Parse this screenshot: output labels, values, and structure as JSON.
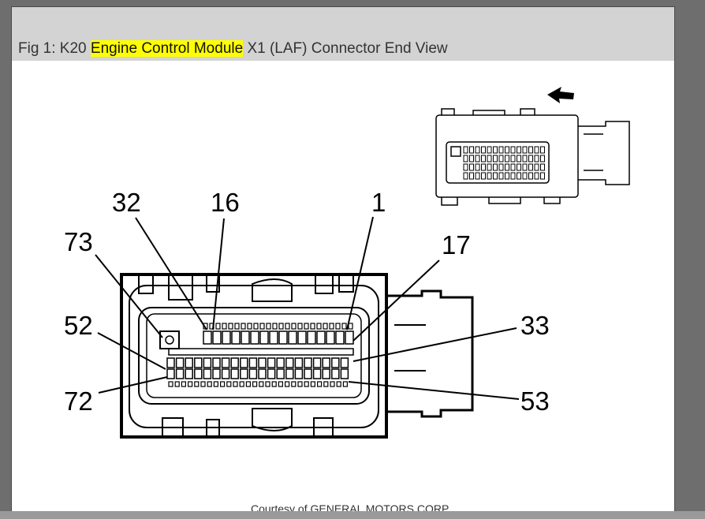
{
  "figure": {
    "title_prefix": "Fig 1: K20 ",
    "title_highlight": "Engine Control Module",
    "title_suffix": " X1 (LAF) Connector End View",
    "highlight_color": "#ffff00",
    "courtesy": "Courtesy of GENERAL MOTORS CORP."
  },
  "pin_labels": {
    "p1": "1",
    "p16": "16",
    "p17": "17",
    "p32": "32",
    "p33": "33",
    "p52": "52",
    "p53": "53",
    "p72": "72",
    "p73": "73"
  },
  "icons": {
    "direction_arrow": "arrow-left-icon"
  }
}
